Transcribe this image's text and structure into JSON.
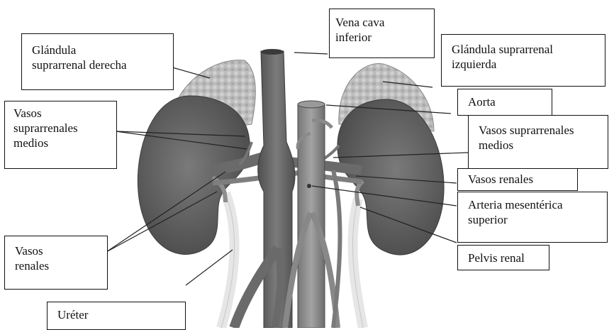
{
  "labels": {
    "vena_cava_inferior": "Vena cava\ninferior",
    "glandula_derecha": "Glándula\nsuprarrenal derecha",
    "glandula_izquierda": "Glándula suprarrenal\nizquierda",
    "aorta": "Aorta",
    "vasos_suprarrenales_medios_der": "Vasos\nsuprarrenales\nmedios",
    "vasos_suprarrenales_medios_izq": "Vasos suprarrenales\nmedios",
    "vasos_renales_izq": "Vasos renales",
    "arteria_mesenterica": "Arteria mesentérica\nsuperior",
    "pelvis_renal": "Pelvis renal",
    "vasos_renales_der": "Vasos\nrenales",
    "ureter": "Uréter"
  },
  "colors": {
    "kidney": "#5f5f5f",
    "gland": "#b9b9b9",
    "vessel": "#6d6d6d",
    "ureter": "#e4e4e4",
    "line": "#222222"
  }
}
